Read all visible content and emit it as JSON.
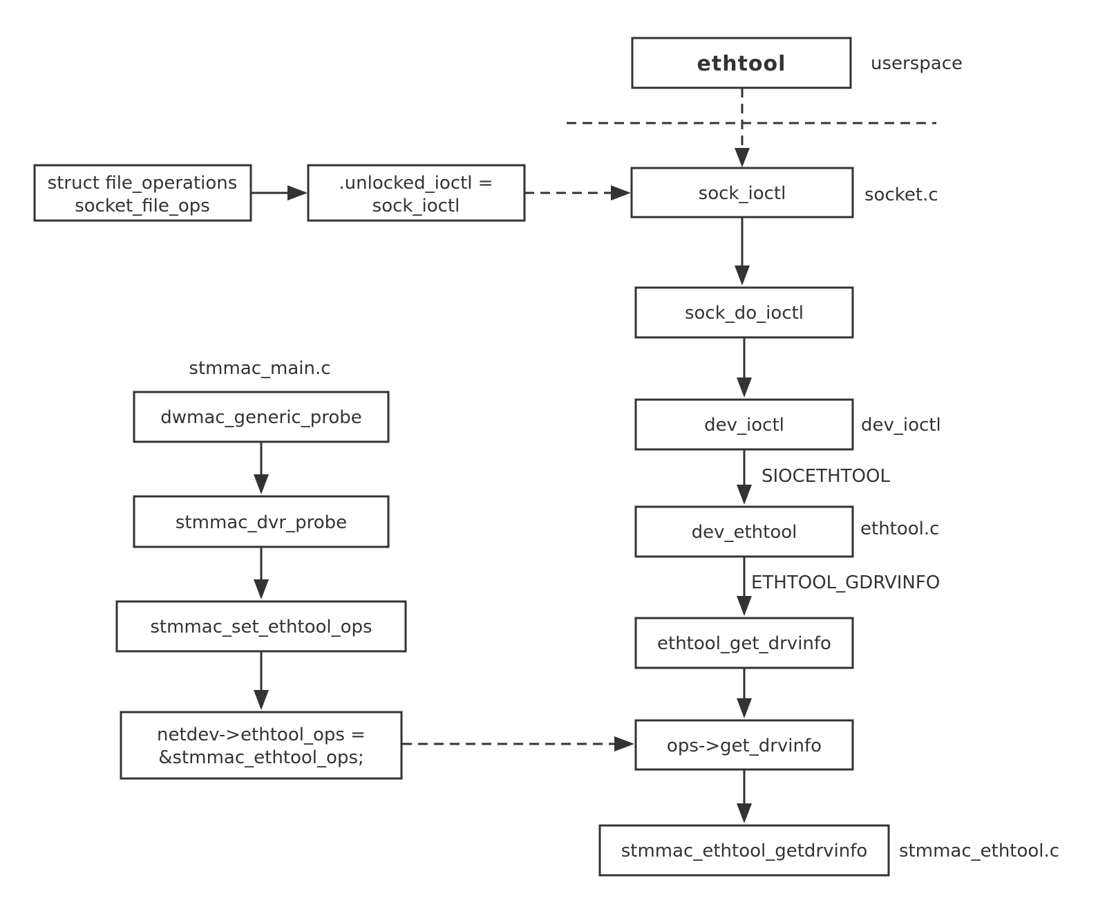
{
  "nodes": {
    "ethtool": "ethtool",
    "struct_file_ops_1": "struct file_operations",
    "struct_file_ops_2": "socket_file_ops",
    "unlocked_ioctl_1": ".unlocked_ioctl =",
    "unlocked_ioctl_2": "sock_ioctl",
    "sock_ioctl": "sock_ioctl",
    "sock_do_ioctl": "sock_do_ioctl",
    "dev_ioctl": "dev_ioctl",
    "dev_ethtool": "dev_ethtool",
    "ethtool_get_drvinfo": "ethtool_get_drvinfo",
    "ops_get_drvinfo": "ops->get_drvinfo",
    "stmmac_ethtool_getdrvinfo": "stmmac_ethtool_getdrvinfo",
    "dwmac_generic_probe": "dwmac_generic_probe",
    "stmmac_dvr_probe": "stmmac_dvr_probe",
    "stmmac_set_ethtool_ops": "stmmac_set_ethtool_ops",
    "netdev_ops_1": "netdev->ethtool_ops =",
    "netdev_ops_2": "&stmmac_ethtool_ops;"
  },
  "labels": {
    "userspace": "userspace",
    "socket_c": "socket.c",
    "dev_ioctl_file": "dev_ioctl",
    "ethtool_c": "ethtool.c",
    "stmmac_ethtool_c": "stmmac_ethtool.c",
    "stmmac_main_c": "stmmac_main.c"
  },
  "edge_labels": {
    "siocethtool": "SIOCETHTOOL",
    "ethtool_gdrvinfo": "ETHTOOL_GDRVINFO"
  }
}
